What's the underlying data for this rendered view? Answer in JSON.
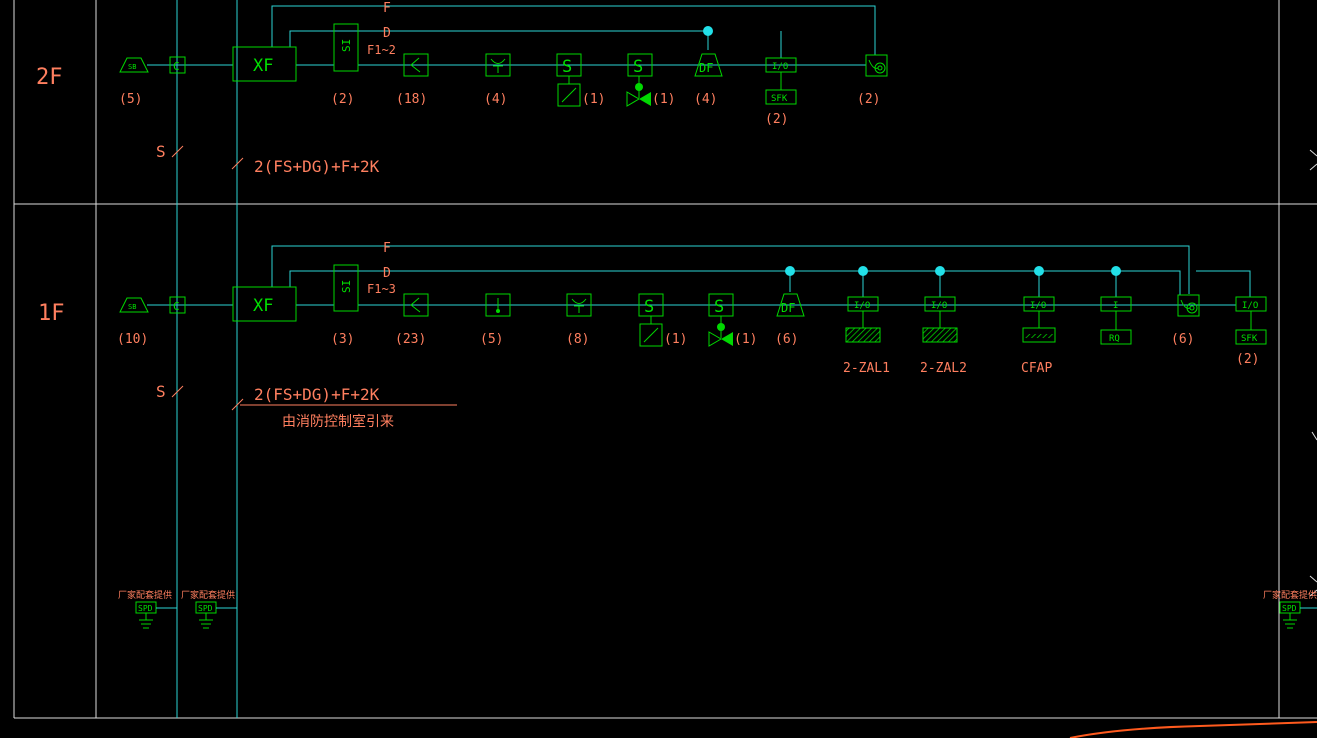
{
  "floors": [
    {
      "id": "2F",
      "label": "2F"
    },
    {
      "id": "1F",
      "label": "1F"
    }
  ],
  "buses": {
    "F": "F",
    "D": "D"
  },
  "floor2": {
    "module": "XF",
    "si": "SI",
    "range": "F1~2",
    "counts": {
      "manual": "(5)",
      "si": "(2)",
      "smoke": "(18)",
      "heat": "(4)",
      "s_mod": "(1)",
      "valve": "(1)",
      "hydrant": "(4)",
      "io": "(2)",
      "bell": "(2)"
    },
    "io": "I/O",
    "sfk": "SFK",
    "s": "S",
    "c": "C",
    "cable_s": "S",
    "cable": "2(FS+DG)+F+2K"
  },
  "floor1": {
    "module": "XF",
    "si": "SI",
    "range": "F1~3",
    "counts": {
      "manual": "(10)",
      "si": "(3)",
      "smoke": "(23)",
      "temp": "(5)",
      "heat": "(8)",
      "s_mod": "(1)",
      "valve": "(1)",
      "hydrant": "(6)",
      "bell": "(6)",
      "io": "(2)"
    },
    "io": "I/O",
    "i": "I",
    "rq": "RQ",
    "sfk": "SFK",
    "s": "S",
    "c": "C",
    "zal1": "2-ZAL1",
    "zal2": "2-ZAL2",
    "cfap": "CFAP",
    "cable_s": "S",
    "cable": "2(FS+DG)+F+2K",
    "source": "由消防控制室引来"
  },
  "spd": {
    "label": "SPD",
    "caption": "厂家配套提供"
  },
  "colors": {
    "bus": "#2bd3d3",
    "device": "#00d800",
    "text": "#ff7f5f",
    "frame": "#dcdcdc",
    "node": "#22e0e8"
  }
}
